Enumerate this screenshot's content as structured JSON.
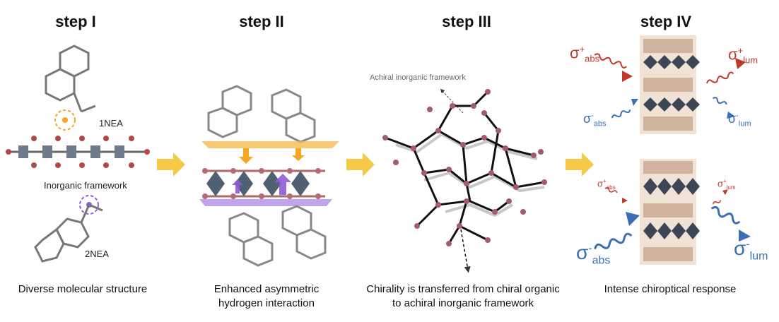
{
  "steps": [
    {
      "title": "step I",
      "caption_lines": [
        "Diverse molecular structure"
      ]
    },
    {
      "title": "step II",
      "caption_lines": [
        "Enhanced asymmetric",
        "hydrogen interaction"
      ]
    },
    {
      "title": "step III",
      "caption_lines": [
        "Chirality is transferred from chiral organic",
        "to achiral inorganic framework"
      ]
    },
    {
      "title": "step IV",
      "caption_lines": [
        "Intense chiroptical response"
      ]
    }
  ],
  "labels": {
    "nea1": "1NEA",
    "nea2": "2NEA",
    "inorganic_framework": "Inorganic framework",
    "achiral_framework": "Achiral inorganic framework"
  },
  "sigma": {
    "symbol": "σ",
    "plus": "+",
    "minus": "-",
    "abs": "abs",
    "lum": "lum"
  },
  "colors": {
    "red": "#c0392b",
    "blue": "#3a6fb5",
    "orange": "#f5a623",
    "purple": "#8e5bd6",
    "arrow": "#f7c948"
  }
}
